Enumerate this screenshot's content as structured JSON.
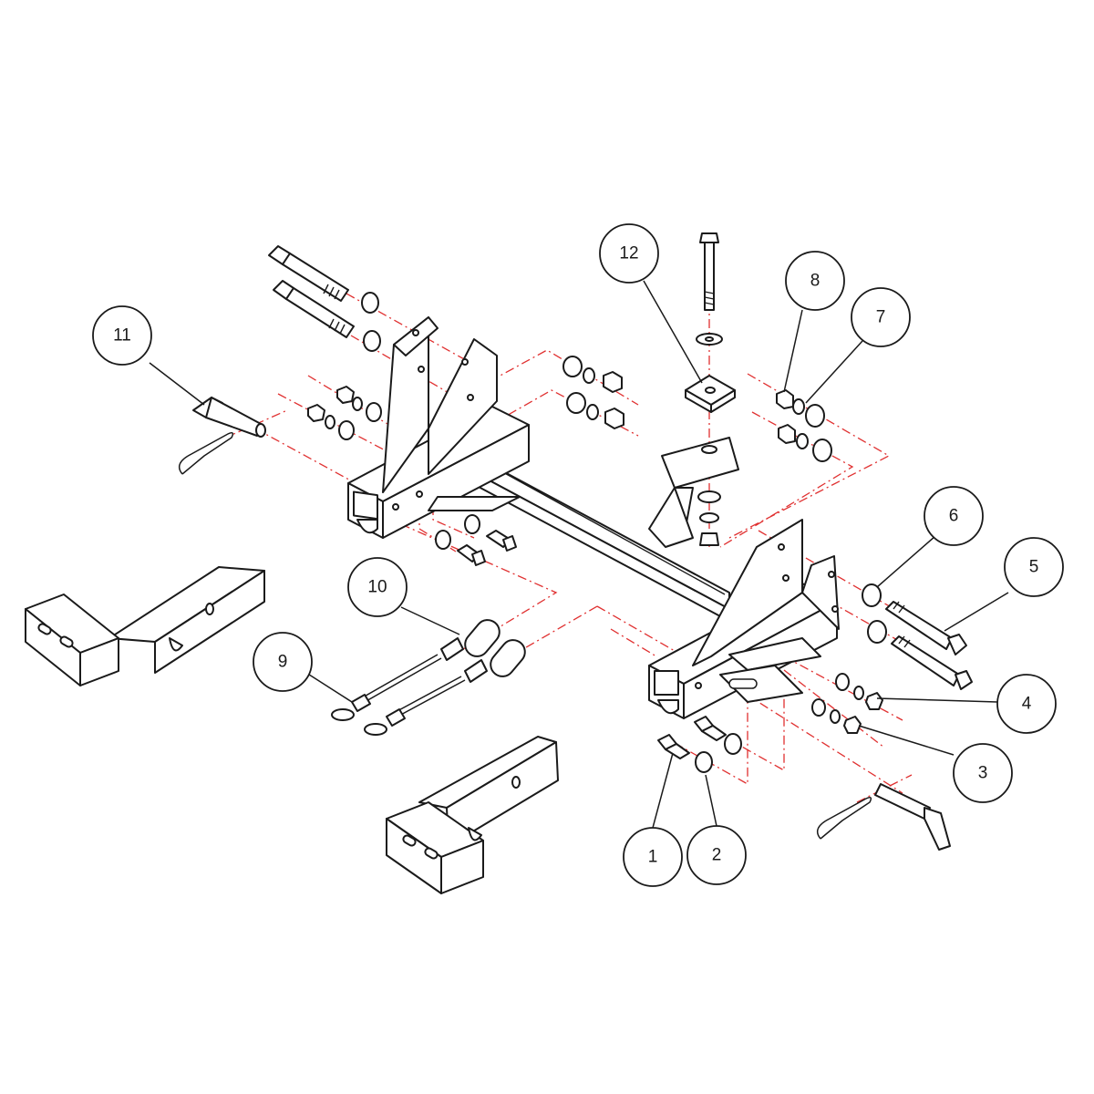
{
  "callouts": [
    {
      "id": "1",
      "label": "1"
    },
    {
      "id": "2",
      "label": "2"
    },
    {
      "id": "3",
      "label": "3"
    },
    {
      "id": "4",
      "label": "4"
    },
    {
      "id": "5",
      "label": "5"
    },
    {
      "id": "6",
      "label": "6"
    },
    {
      "id": "7",
      "label": "7"
    },
    {
      "id": "8",
      "label": "8"
    },
    {
      "id": "9",
      "label": "9"
    },
    {
      "id": "10",
      "label": "10"
    },
    {
      "id": "11",
      "label": "11"
    },
    {
      "id": "12",
      "label": "12"
    }
  ],
  "colors": {
    "line": "#1a1a1a",
    "guide": "#e03030",
    "background": "#ffffff"
  }
}
